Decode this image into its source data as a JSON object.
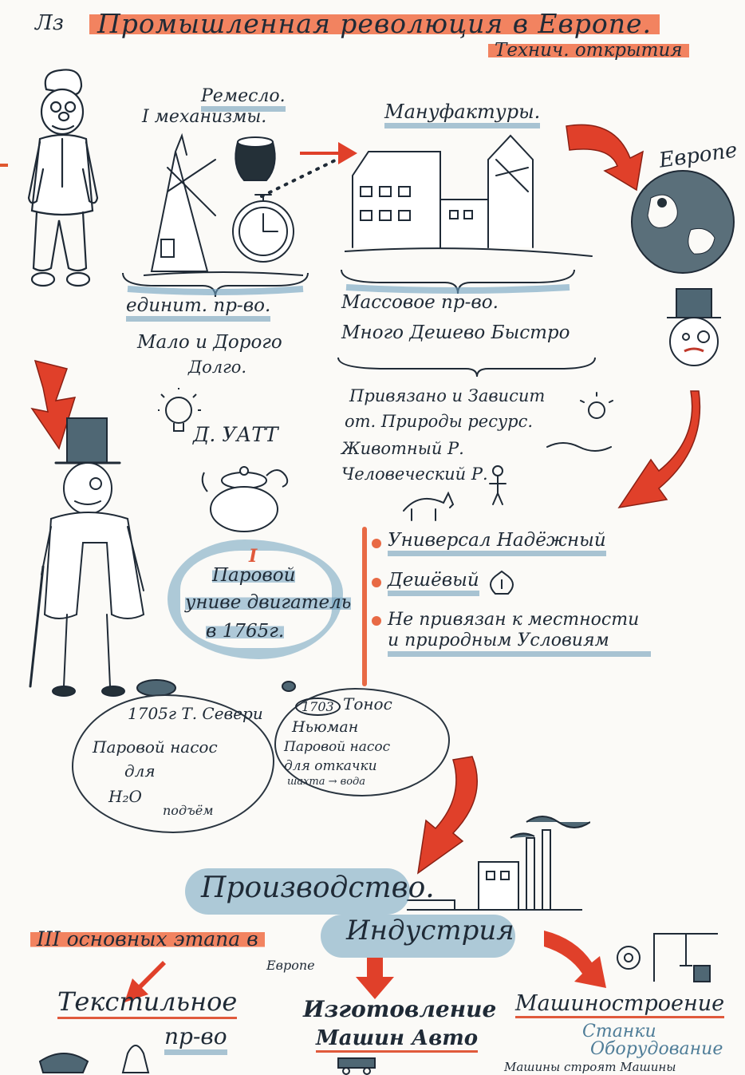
{
  "header": {
    "lesson": "Лз",
    "title_line1": "Промышленная революция в Европе.",
    "title_line2": "Технич. открытия"
  },
  "top_left": {
    "heading_line1": "Ремесло.",
    "heading_line2": "I механизмы.",
    "caption_line1": "единит. пр-во.",
    "caption_line2": "Мало и Дорого",
    "caption_line3": "Долго."
  },
  "top_middle": {
    "heading": "Мануфактуры.",
    "caption_line1": "Массовое пр-во.",
    "caption_line2": "Много Дешево Быстро"
  },
  "top_right": {
    "label": "Европе"
  },
  "watt": {
    "name": "Д. УАТТ",
    "cloud_number": "I",
    "cloud_line1": "Паровой",
    "cloud_line2": "униве двигатель",
    "cloud_line3": "в 1765г."
  },
  "dependency": {
    "line1": "Привязано и Зависит",
    "line2": "от. Природы ресурс.",
    "line3": "Животный Р.",
    "line4": "Человеческий Р."
  },
  "features": [
    {
      "text": "Универсал Надёжный"
    },
    {
      "text": "Дешёвый"
    },
    {
      "text": "Не привязан к местности и природным Условиям"
    }
  ],
  "savery": {
    "line1": "1705г Т. Севери",
    "line2": "Паровой насос",
    "line3": "для",
    "line4": "H₂O",
    "line5": "подъём"
  },
  "newcomen": {
    "year": "1703",
    "line1": "Тонос",
    "line2": "Ньюман",
    "line3": "Паровой насос",
    "line4": "для откачки",
    "line5": "шахта → вода"
  },
  "production": {
    "word1": "Производство.",
    "word2": "Индустрия"
  },
  "stages": {
    "heading": "III основных этапа в",
    "europe": "Европе",
    "items": [
      {
        "line1": "Текстильное",
        "line2": "пр-во"
      },
      {
        "line1": "Изготовление",
        "line2": "Машин Авто"
      },
      {
        "line1": "Машиностроение",
        "line2": "Станки",
        "line3": "Оборудование",
        "line4": "Машины строят Машины"
      }
    ]
  },
  "colors": {
    "orange": "#ef6a44",
    "blue": "#6f9fbd",
    "ink": "#1f2a36",
    "red_arrow": "#e0402a"
  }
}
